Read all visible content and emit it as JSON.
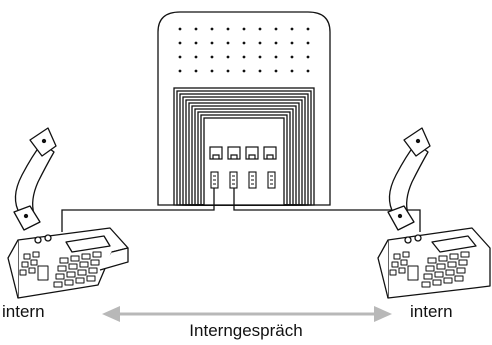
{
  "labels": {
    "left_phone": "intern",
    "right_phone": "intern",
    "connection": "Interngespräch"
  },
  "colors": {
    "line": "#111111",
    "arrow": "#b8b8b8"
  },
  "icons": {
    "pbx": "telephone-system-unit",
    "phone": "desk-phone-icon"
  }
}
